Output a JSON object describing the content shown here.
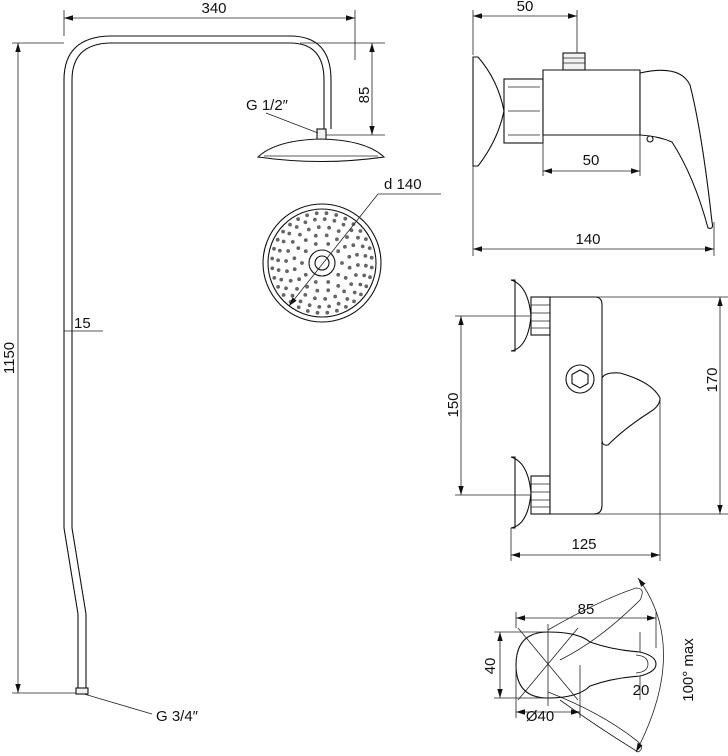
{
  "column": {
    "top_width": "340",
    "drop_to_head": "85",
    "height": "1150",
    "tube_diameter": "15",
    "head_thread": "G 1/2″",
    "base_thread": "G 3/4″",
    "head_diameter": "d 140"
  },
  "mixer_side": {
    "inlet_depth": "50",
    "body_length": "50",
    "total_depth": "140"
  },
  "mixer_front": {
    "inlet_spacing": "150",
    "body_height": "170",
    "body_width": "125"
  },
  "handle_top": {
    "length": "85",
    "width": "40",
    "diameter": "Ø40",
    "tip": "20",
    "rotation": "100° max"
  }
}
